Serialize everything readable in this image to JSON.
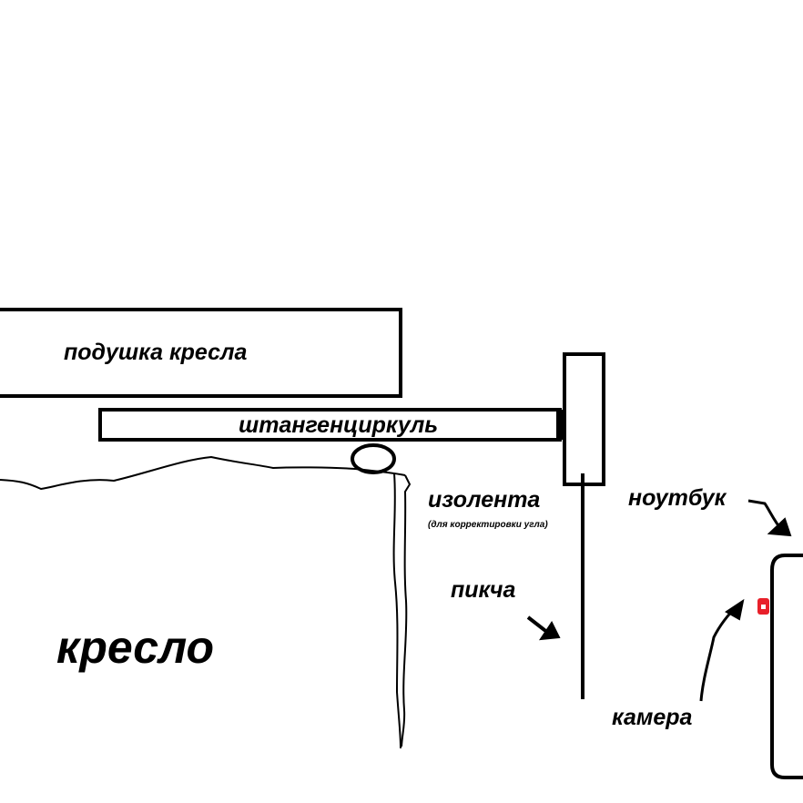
{
  "labels": {
    "cushion": "подушка кресла",
    "caliper": "штангенциркуль",
    "tape": "изолента",
    "tape_note": "(для корректировки угла)",
    "notebook": "ноутбук",
    "pick": "пикча",
    "chair": "кресло",
    "camera": "камера"
  },
  "colors": {
    "ink": "#000000",
    "paper": "#ffffff",
    "camera_dot": "#e8202a"
  }
}
